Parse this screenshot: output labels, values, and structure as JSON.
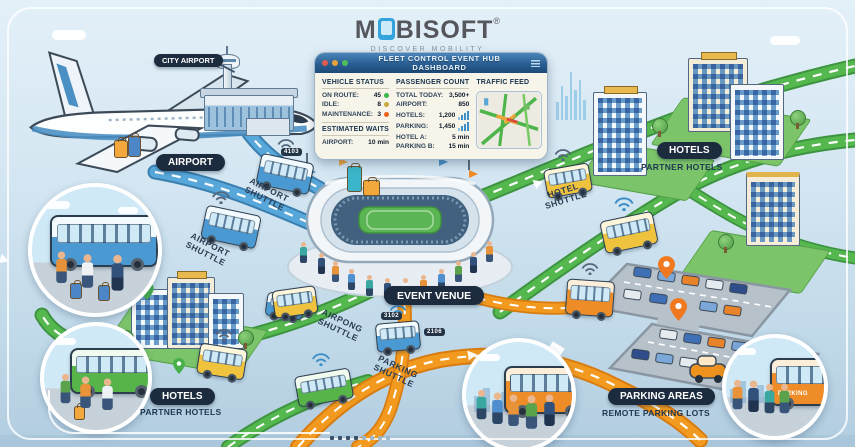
{
  "brand": {
    "name_left": "M",
    "name_right": "BISOFT",
    "registered": "®",
    "tagline": "DISCOVER MOBILITY"
  },
  "dashboard": {
    "title": "FLEET CONTROL EVENT HUB DASHBOARD",
    "vehicle_status": {
      "heading": "VEHICLE STATUS",
      "rows": [
        {
          "label": "ON ROUTE:",
          "value": "45",
          "status": "green"
        },
        {
          "label": "IDLE:",
          "value": "8",
          "status": "yellow"
        },
        {
          "label": "MAINTENANCE:",
          "value": "3",
          "status": "orange"
        }
      ]
    },
    "estimated_waits": {
      "heading": "ESTIMATED WAITS",
      "rows": [
        {
          "label": "AIRPORT:",
          "value": "10 min"
        }
      ]
    },
    "passenger_count": {
      "heading": "PASSENGER COUNT",
      "rows": [
        {
          "label": "TOTAL TODAY:",
          "value": "3,500+"
        },
        {
          "label": "AIRPORT:",
          "value": "850"
        },
        {
          "label": "HOTELS:",
          "value": "1,200"
        },
        {
          "label": "PARKING:",
          "value": "1,450"
        },
        {
          "label": "HOTEL A:",
          "value": "5 min"
        },
        {
          "label": "PARKING B:",
          "value": "15 min"
        }
      ]
    },
    "traffic_feed": {
      "heading": "TRAFFIC FEED"
    }
  },
  "map_labels": {
    "city_airport": "CITY AIRPORT",
    "airport": "AIRPORT",
    "event_venue": "EVENT VENUE",
    "hotels_top_right": "HOTELS",
    "partner_hotels_top_right": "PARTNER HOTELS",
    "hotels_bottom_left": "HOTELS",
    "partner_hotels_bottom_left": "PARTNER HOTELS",
    "parking_areas": "PARKING AREAS",
    "remote_parking_lots": "REMOTE PARKING LOTS"
  },
  "shuttle_labels": {
    "airport_shuttle_upper": "AIRPORT\nSHUTTLE",
    "airport_shuttle_lower": "AIRPORT\nSHUTTLE",
    "airport_shuttle_center": "AIRPONG\nSHUTTLE",
    "hotel_shuttle": "HOTEL\nSHUTTLE",
    "parking_shuttle": "PARKING\nSHUTTLE"
  },
  "vehicle_tags": {
    "airport_bus": "4103",
    "parking_bus_a": "3102",
    "parking_bus_b": "2106"
  },
  "inset_bus_sign": "PARKING",
  "colors": {
    "route_airport_blue": "#4d9fd6",
    "route_hotel_green": "#4fb54a",
    "route_parking_orange": "#f2930f",
    "label_pill_navy": "#1c2b3d",
    "dashboard_header_blue": "#2a5e92",
    "status_green": "#3cb54a",
    "status_yellow": "#c9a93f",
    "status_orange": "#e8641b",
    "traffic_congested_red": "#d84b3a"
  }
}
